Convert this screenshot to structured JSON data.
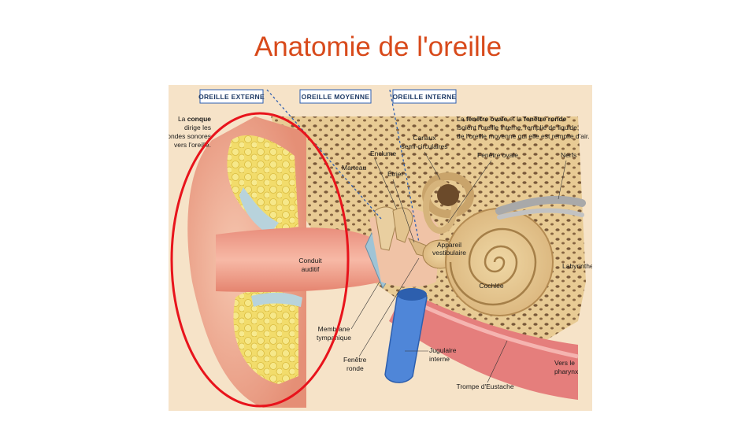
{
  "title": "Anatomie de l'oreille",
  "sections": {
    "external": "OREILLE EXTERNE",
    "middle": "OREILLE MOYENNE",
    "inner": "OREILLE INTERNE"
  },
  "conque_note": {
    "line1_prefix": "La ",
    "line1_bold": "conque",
    "line2": "dirige les",
    "line3": "ondes sonores",
    "line4": "vers l'oreille."
  },
  "window_note": {
    "p1": "La ",
    "b1": "fenêtre ovale",
    "p2": " et la ",
    "b2": "fenêtre ronde",
    "line2": "isolent l'oreille interne, remplie de liquide,",
    "line3": "de l'oreille moyenne qui elle est remplie d'air."
  },
  "labels": {
    "enclume": "Enclume",
    "marteau": "Marteau",
    "etrier": "Étrier",
    "canaux1": "Canaux",
    "canaux2": "semi-circulaires",
    "fenetre_ovale": "Fenêtre ovale",
    "nerfs": "Nerfs",
    "appareil1": "Appareil",
    "appareil2": "vestibulaire",
    "labyrinthe": "Labyrinthe",
    "cochlee": "Cochlée",
    "conduit1": "Conduit",
    "conduit2": "auditif",
    "membrane1": "Membrane",
    "membrane2": "tympanique",
    "fenetre_ronde1": "Fenêtre",
    "fenetre_ronde2": "ronde",
    "jugulaire1": "Jugulaire",
    "jugulaire2": "interne",
    "pharynx1": "Vers le",
    "pharynx2": "pharynx",
    "trompe": "Trompe d'Eustache"
  },
  "colors": {
    "title": "#d84a1b",
    "highlight_ring": "#e8141c",
    "skin": "#efa98f",
    "cartilage": "#f1dd6a",
    "bone": "#e4c486",
    "vein": "#4f86d8",
    "section_line": "#2f5fb0"
  }
}
